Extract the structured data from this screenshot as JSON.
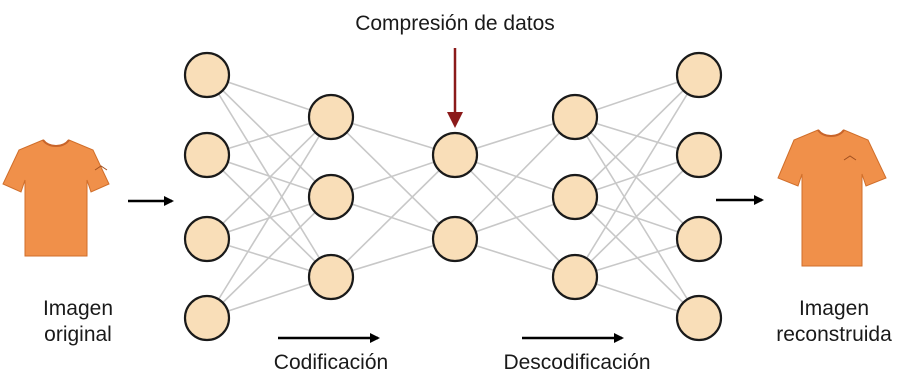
{
  "diagram": {
    "title": "Compresión de datos",
    "input_label_line1": "Imagen",
    "input_label_line2": "original",
    "output_label_line1": "Imagen",
    "output_label_line2": "reconstruida",
    "encoding_label": "Codificación",
    "decoding_label": "Descodificación",
    "layers": [
      4,
      3,
      2,
      3,
      4
    ],
    "input_icon": "t-shirt-icon",
    "output_icon": "t-shirt-icon",
    "colors": {
      "node_fill": "#f9deb8",
      "node_stroke": "#1a1a1a",
      "edge": "#c8c8c8",
      "compression_arrow": "#8b1a1a",
      "shirt": "#f0904a"
    }
  }
}
